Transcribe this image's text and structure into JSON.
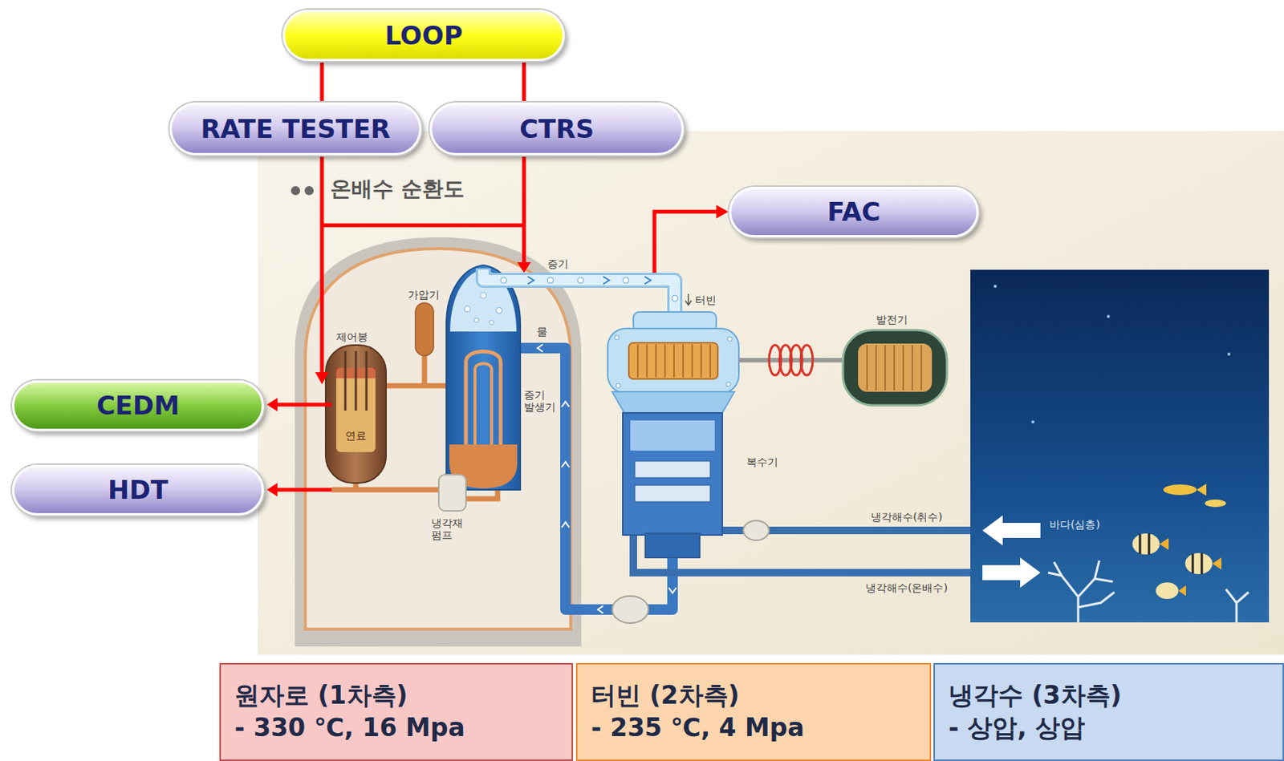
{
  "diagram": {
    "title": "온배수 순환도",
    "nodes": [
      {
        "text": [
          "LOOP"
        ]
      },
      {
        "text": [
          "RATE TESTER"
        ]
      },
      {
        "text": [
          "CTRS"
        ]
      },
      {
        "text": [
          "FAC"
        ]
      },
      {
        "text": [
          "CEDM"
        ]
      },
      {
        "text": [
          "HDT"
        ]
      },
      {
        "text": [
          "원자로 (1차측)",
          "- 330 ℃, 16 Mpa"
        ]
      },
      {
        "text": [
          "터빈 (2차측)",
          "- 235 ℃, 4 Mpa"
        ]
      },
      {
        "text": [
          "냉각수 (3차측)",
          "- 상압, 상압"
        ]
      }
    ],
    "edges": [
      {
        "from": 0,
        "to": 1,
        "arrow": "none"
      },
      {
        "from": 0,
        "to": 2,
        "arrow": "none"
      }
    ],
    "labels": [
      "증기",
      "가압기",
      "제어봉",
      "물",
      "터빈",
      "발전기",
      "연료",
      "증기 발생기",
      "복수기",
      "냉각재 펌프",
      "냉각해수(취수)",
      "바다(심층)",
      "냉각해수(온배수)"
    ]
  }
}
